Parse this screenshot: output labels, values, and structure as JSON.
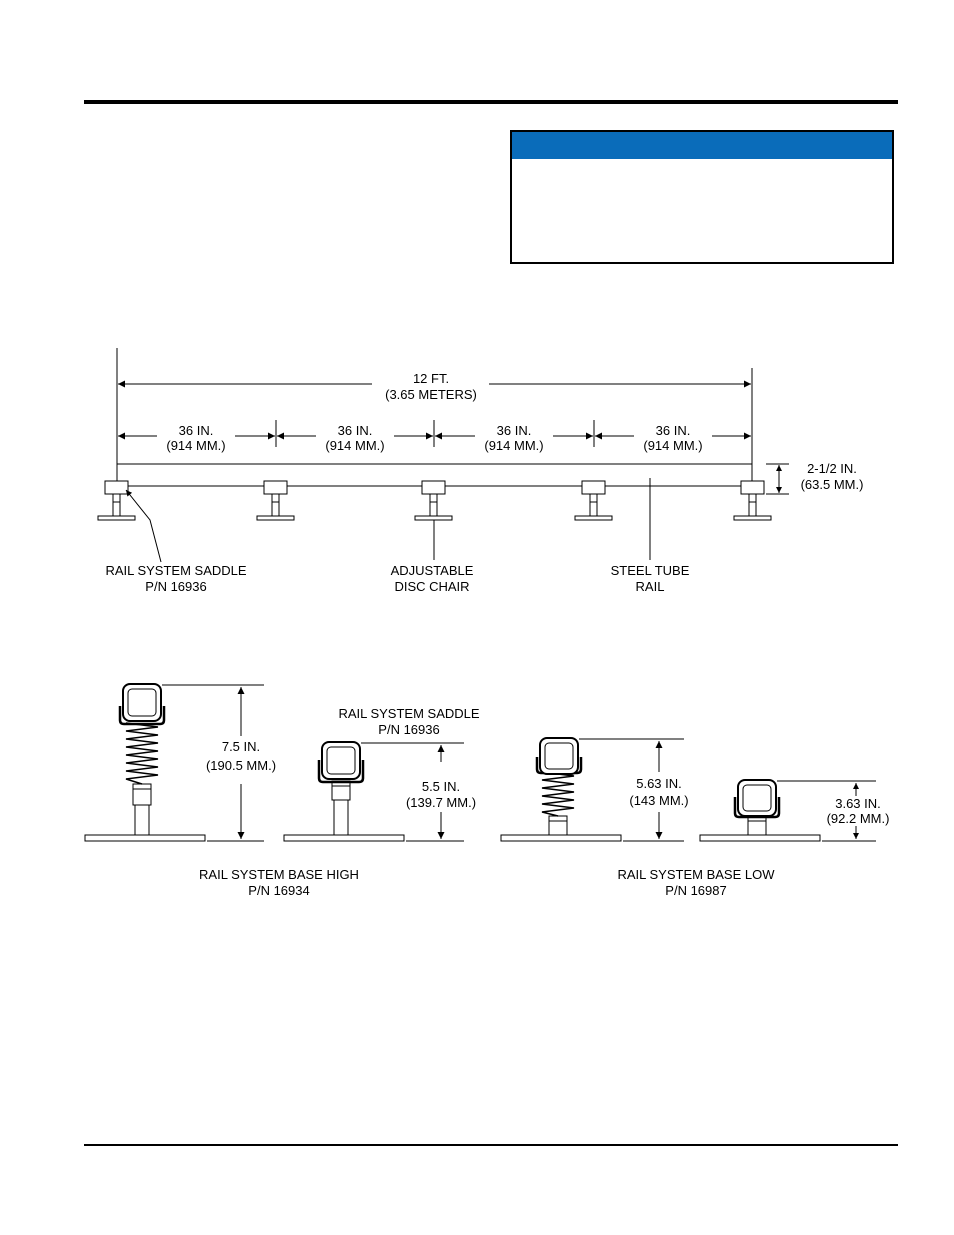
{
  "notice": {
    "header_color": "#0a6cba"
  },
  "rail": {
    "overall_ft": "12 FT.",
    "overall_m": "(3.65 METERS)",
    "spans": [
      {
        "in": "36 IN.",
        "mm": "(914 MM.)"
      },
      {
        "in": "36 IN.",
        "mm": "(914 MM.)"
      },
      {
        "in": "36 IN.",
        "mm": "(914 MM.)"
      },
      {
        "in": "36 IN.",
        "mm": "(914 MM.)"
      }
    ],
    "height_in": "2-1/2 IN.",
    "height_mm": "(63.5 MM.)",
    "callouts": {
      "saddle_1": "RAIL SYSTEM SADDLE",
      "saddle_2": "P/N 16936",
      "chair_1": "ADJUSTABLE",
      "chair_2": "DISC CHAIR",
      "tube_1": "STEEL TUBE",
      "tube_2": "RAIL"
    }
  },
  "bases": {
    "high_in": "7.5 IN.",
    "high_mm": "(190.5 MM.)",
    "saddle_1": "RAIL SYSTEM SADDLE",
    "saddle_2": "P/N 16936",
    "saddle_in": "5.5 IN.",
    "saddle_mm": "(139.7 MM.)",
    "low_tall_in": "5.63 IN.",
    "low_tall_mm": "(143 MM.)",
    "low_short_in": "3.63 IN.",
    "low_short_mm": "(92.2 MM.)",
    "high_caption_1": "RAIL SYSTEM BASE HIGH",
    "high_caption_2": "P/N 16934",
    "low_caption_1": "RAIL SYSTEM BASE LOW",
    "low_caption_2": "P/N 16987"
  }
}
